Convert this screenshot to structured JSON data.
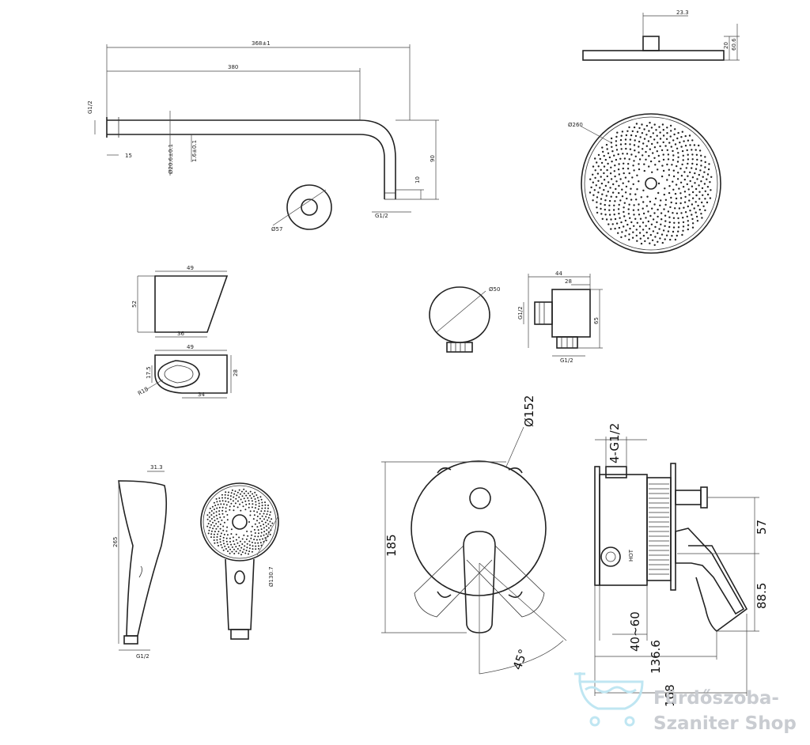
{
  "arm": {
    "dim_total": "368±1",
    "dim_reach": "380",
    "dim_thread": "G1/2",
    "dim_15": "15",
    "dim_d": "Ø20.6±0.1",
    "dim_t": "1.6±0.1",
    "dim_drop": "90",
    "dim_10": "10",
    "dim_outlet": "G1/2",
    "flange_d": "Ø57"
  },
  "head": {
    "dim_w": "23.3",
    "dim_h1": "20",
    "dim_h2": "60.6",
    "dia": "Ø260"
  },
  "holder": {
    "top_w": "49",
    "h": "52",
    "bot_w": "36",
    "plan_w": "49",
    "plan_d": "28",
    "plan_off": "34",
    "slot": "17.5",
    "r": "R18"
  },
  "elbow": {
    "dia": "Ø50",
    "w": "44",
    "inner": "28",
    "h": "65",
    "thread": "G1/2",
    "outlet": "G1/2"
  },
  "hand": {
    "w": "31.3",
    "len": "265",
    "thread": "G1/2",
    "dia": "Ø130.7"
  },
  "mixer": {
    "plate_d": "Ø152",
    "plate_h": "185",
    "angle": "45°",
    "ports": "4-G1/2",
    "hot": "HOT",
    "d57": "57",
    "d885": "88.5",
    "d4060": "40~60",
    "d1366": "136.6",
    "d168": "168"
  },
  "watermark": {
    "line1": "Fürdőszoba-",
    "line2": "Szaniter Shop",
    "color": "#c9ccd1"
  }
}
